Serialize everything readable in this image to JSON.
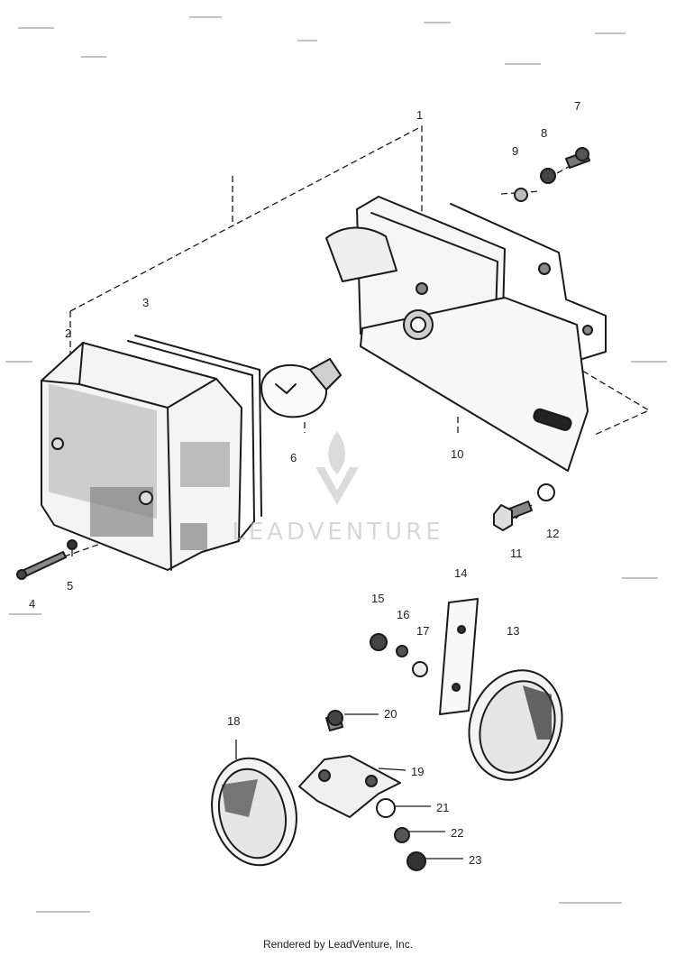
{
  "callouts": {
    "c1": "1",
    "c2": "2",
    "c3": "3",
    "c4": "4",
    "c5": "5",
    "c6": "6",
    "c7": "7",
    "c8": "8",
    "c9": "9",
    "c10": "10",
    "c11": "11",
    "c12": "12",
    "c13": "13",
    "c14": "14",
    "c15": "15",
    "c16": "16",
    "c17": "17",
    "c18": "18",
    "c19": "19",
    "c20": "20",
    "c21": "21",
    "c22": "22",
    "c23": "23"
  },
  "watermark": {
    "text": "LEADVENTURE",
    "logo": "leadventure-flame-logo"
  },
  "footer": {
    "text": "Rendered by LeadVenture, Inc."
  }
}
